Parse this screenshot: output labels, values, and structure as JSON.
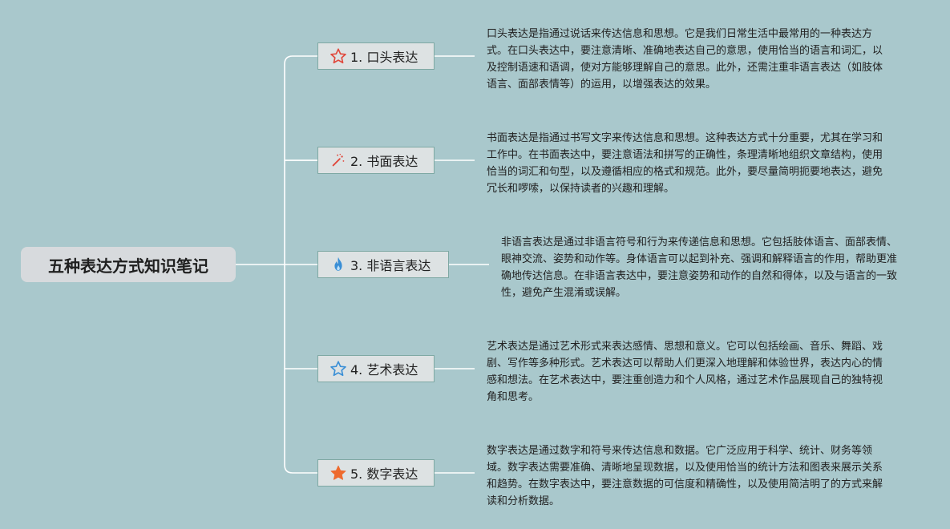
{
  "root": {
    "title": "五种表达方式知识笔记"
  },
  "topics": [
    {
      "label": "1. 口头表达",
      "icon": "star-outline-red-icon",
      "description": "口头表达是指通过说话来传达信息和思想。它是我们日常生活中最常用的一种表达方式。在口头表达中，要注意清晰、准确地表达自己的意思，使用恰当的语言和词汇，以及控制语速和语调，使对方能够理解自己的意思。此外，还需注重非语言表达（如肢体语言、面部表情等）的运用，以增强表达的效果。"
    },
    {
      "label": "2. 书面表达",
      "icon": "magic-wand-icon",
      "description": "书面表达是指通过书写文字来传达信息和思想。这种表达方式十分重要，尤其在学习和工作中。在书面表达中，要注意语法和拼写的正确性，条理清晰地组织文章结构，使用恰当的词汇和句型，以及遵循相应的格式和规范。此外，要尽量简明扼要地表达，避免冗长和啰嗦，以保持读者的兴趣和理解。"
    },
    {
      "label": "3. 非语言表达",
      "icon": "flame-blue-icon",
      "description": "非语言表达是通过非语言符号和行为来传递信息和思想。它包括肢体语言、面部表情、眼神交流、姿势和动作等。身体语言可以起到补充、强调和解释语言的作用，帮助更准确地传达信息。在非语言表达中，要注意姿势和动作的自然和得体，以及与语言的一致性，避免产生混淆或误解。"
    },
    {
      "label": "4. 艺术表达",
      "icon": "star-outline-blue-icon",
      "description": "艺术表达是通过艺术形式来表达感情、思想和意义。它可以包括绘画、音乐、舞蹈、戏剧、写作等多种形式。艺术表达可以帮助人们更深入地理解和体验世界，表达内心的情感和想法。在艺术表达中，要注重创造力和个人风格，通过艺术作品展现自己的独特视角和思考。"
    },
    {
      "label": "5. 数字表达",
      "icon": "star-filled-orange-icon",
      "description": "数字表达是通过数字和符号来传达信息和数据。它广泛应用于科学、统计、财务等领域。数字表达需要准确、清晰地呈现数据，以及使用恰当的统计方法和图表来展示关系和趋势。在数字表达中，要注意数据的可信度和精确性，以及使用简洁明了的方式来解读和分析数据。"
    }
  ],
  "colors": {
    "background": "#a9c8cc",
    "connector": "#ffffff",
    "topic_border": "#7ea8a3",
    "topic_fill": "#dde2e3",
    "root_fill": "#d7dadd",
    "icon_red": "#e0483c",
    "icon_blue": "#3a8fd6",
    "icon_orange": "#ee6a2e"
  }
}
